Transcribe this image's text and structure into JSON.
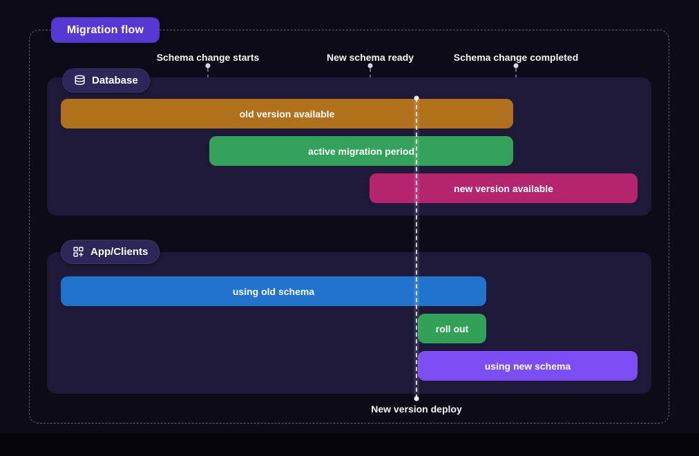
{
  "title": {
    "label": "Migration flow"
  },
  "milestones": [
    {
      "label": "Schema change starts"
    },
    {
      "label": "New schema ready"
    },
    {
      "label": "Schema change completed"
    },
    {
      "label": "New version deploy"
    }
  ],
  "lanes": [
    {
      "label": "Database",
      "icon": "database-icon",
      "bars": [
        {
          "label": "old version available",
          "color": "#b1701c"
        },
        {
          "label": "active migration period",
          "color": "#34a15a"
        },
        {
          "label": "new version available",
          "color": "#b4246f"
        }
      ]
    },
    {
      "label": "App/Clients",
      "icon": "apps-plus-icon",
      "bars": [
        {
          "label": "using old schema",
          "color": "#2273cd"
        },
        {
          "label": "roll out",
          "color": "#30a156"
        },
        {
          "label": "using new schema",
          "color": "#7c4df2"
        }
      ]
    }
  ],
  "colors": {
    "background": "#0d0b16",
    "panel": "#1f1939",
    "title_badge": "#5838d4",
    "lane_badge": "#2d2659",
    "dashed_frame": "#aaaabc",
    "milestone_dot": "#d9d9e3"
  }
}
